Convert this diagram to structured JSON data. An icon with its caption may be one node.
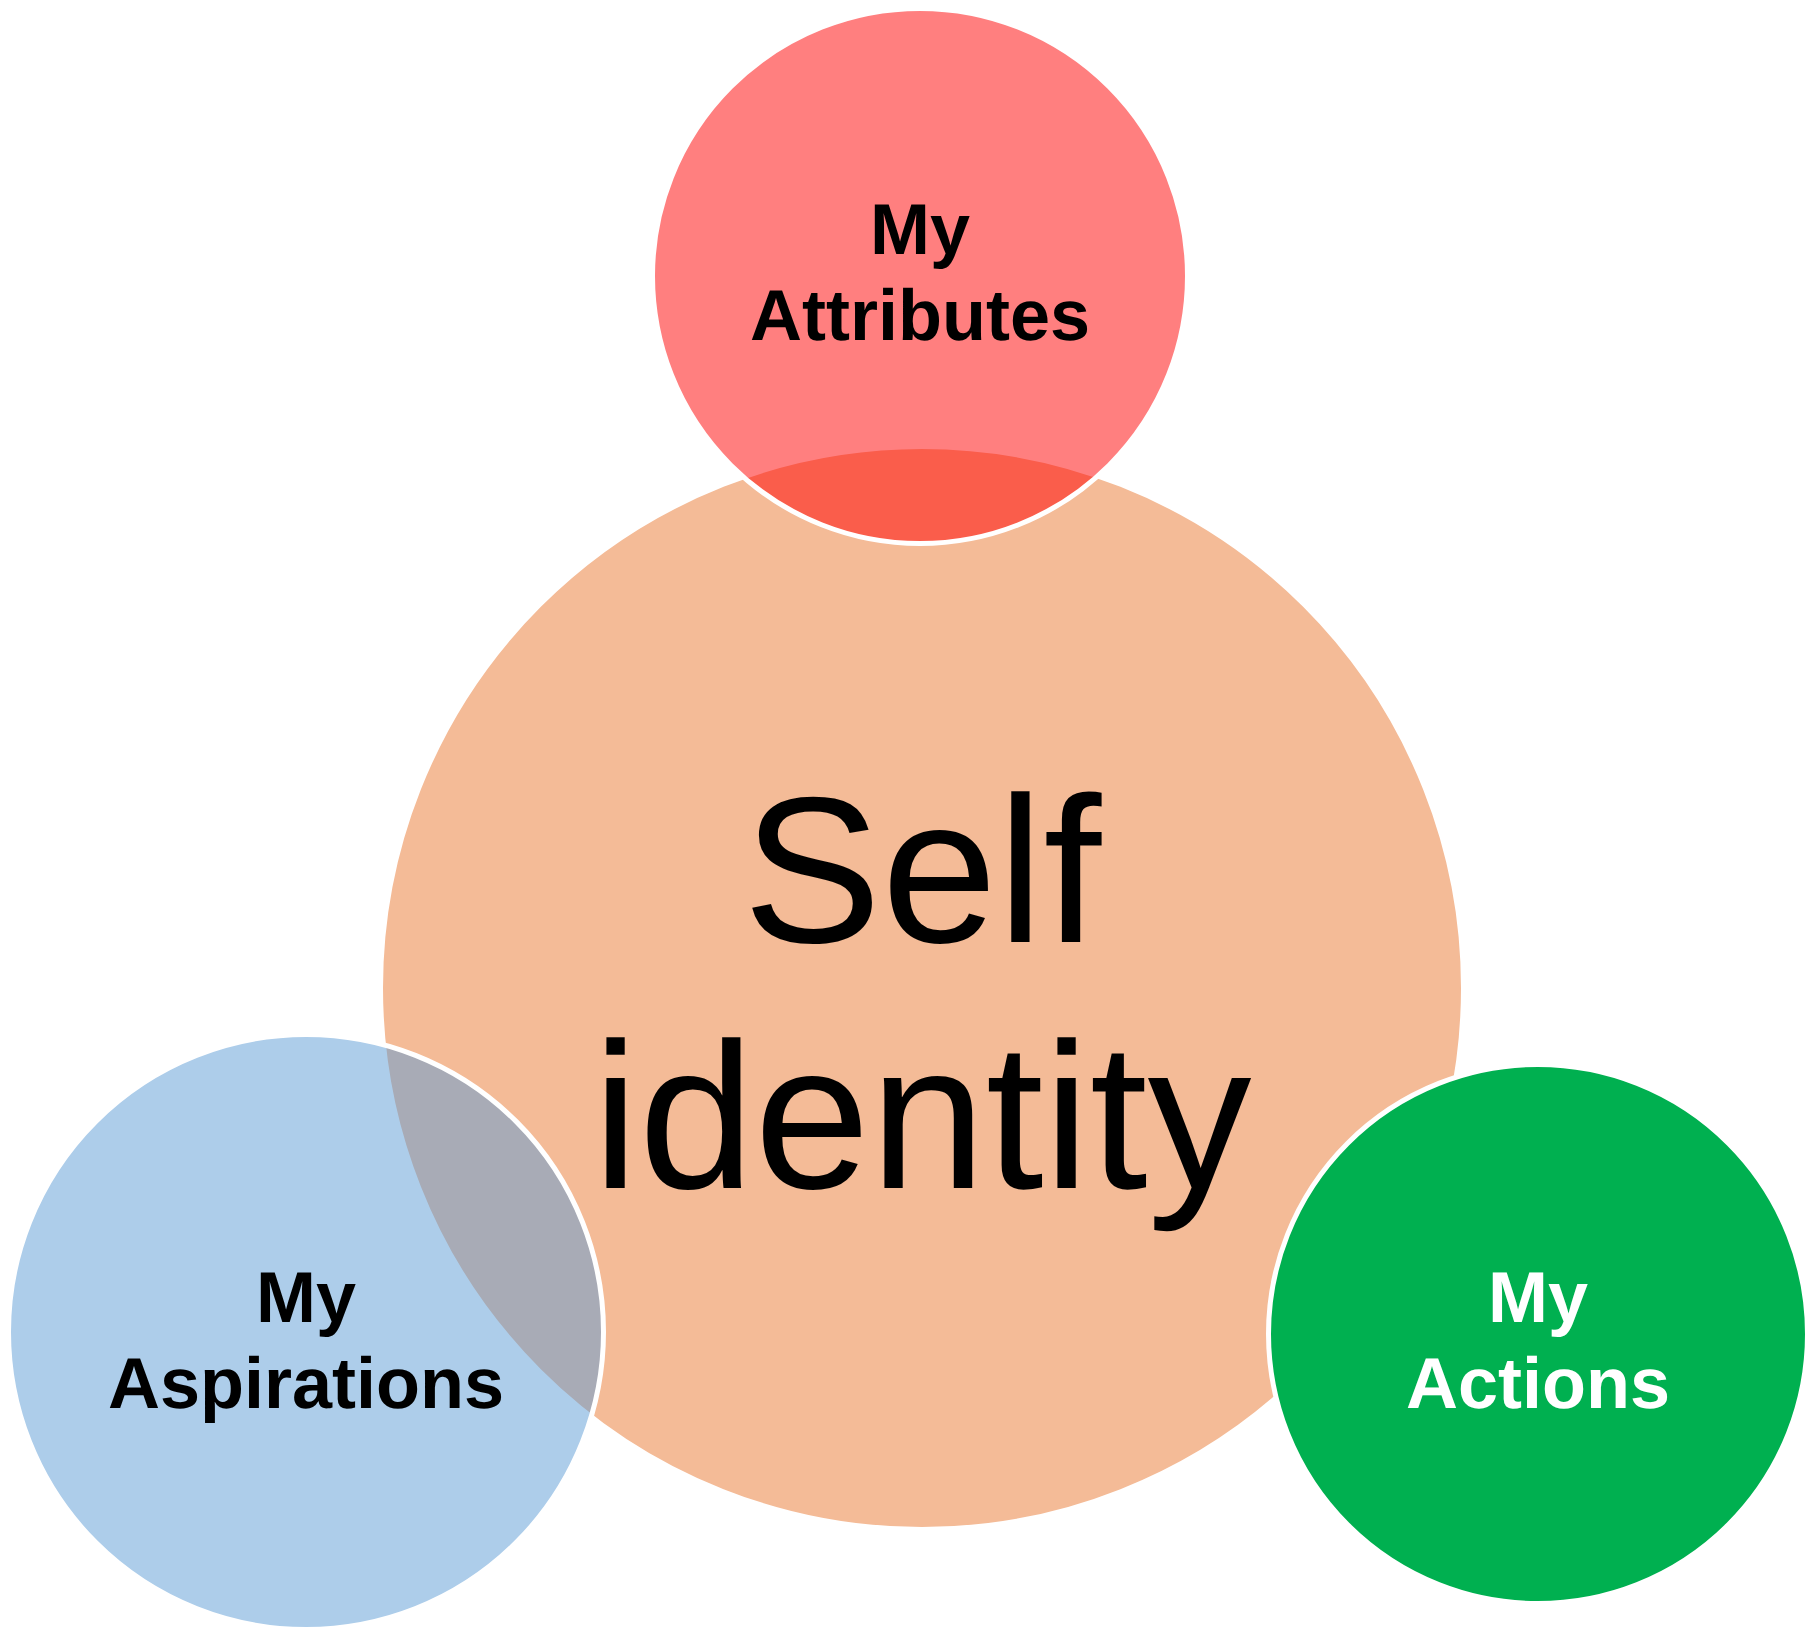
{
  "diagram": {
    "nodes": [
      {
        "text": [
          "My Attributes"
        ]
      },
      {
        "text": [
          "Self identity"
        ]
      },
      {
        "text": [
          "My Aspirations"
        ]
      },
      {
        "text": [
          "My Actions"
        ]
      }
    ]
  }
}
